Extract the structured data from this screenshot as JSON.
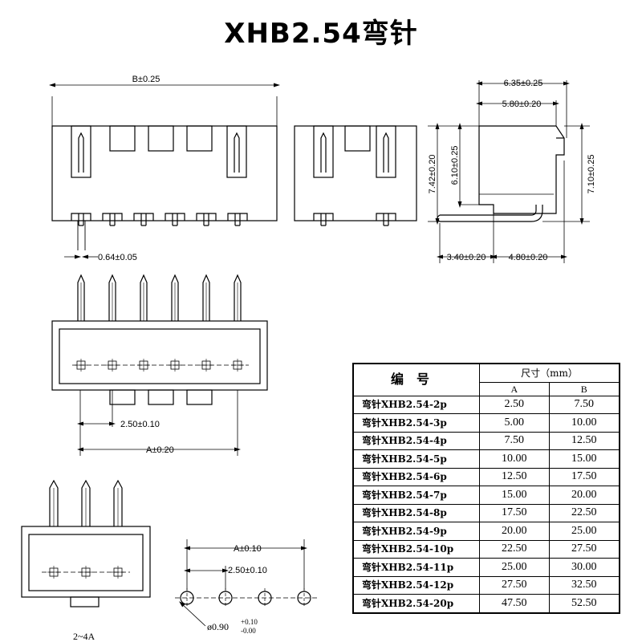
{
  "title": "XHB2.54弯针",
  "dimensions": {
    "front_width": "B±0.25",
    "pin_width": "0.64±0.05",
    "side_overall": "6.35±0.25",
    "side_inner": "5.80±0.20",
    "height_1": "7.42±0.20",
    "height_2": "6.10±0.25",
    "height_3": "7.10±0.25",
    "bottom_left": "3.40±0.20",
    "bottom_right": "4.80±0.20",
    "pitch_top": "2.50±0.10",
    "span_top": "A±0.20",
    "span_pcb": "A±0.10",
    "pitch_pcb": "2.50±0.10",
    "hole_dia": "ø0.90",
    "hole_tol_plus": "+0.10",
    "hole_tol_minus": "-0.00",
    "small_size_note": "2~4A"
  },
  "table": {
    "header_part": "编号",
    "header_size": "尺寸（mm）",
    "col_a": "A",
    "col_b": "B",
    "rows": [
      {
        "part": "弯针XHB2.54-2p",
        "a": "2.50",
        "b": "7.50"
      },
      {
        "part": "弯针XHB2.54-3p",
        "a": "5.00",
        "b": "10.00"
      },
      {
        "part": "弯针XHB2.54-4p",
        "a": "7.50",
        "b": "12.50"
      },
      {
        "part": "弯针XHB2.54-5p",
        "a": "10.00",
        "b": "15.00"
      },
      {
        "part": "弯针XHB2.54-6p",
        "a": "12.50",
        "b": "17.50"
      },
      {
        "part": "弯针XHB2.54-7p",
        "a": "15.00",
        "b": "20.00"
      },
      {
        "part": "弯针XHB2.54-8p",
        "a": "17.50",
        "b": "22.50"
      },
      {
        "part": "弯针XHB2.54-9p",
        "a": "20.00",
        "b": "25.00"
      },
      {
        "part": "弯针XHB2.54-10p",
        "a": "22.50",
        "b": "27.50"
      },
      {
        "part": "弯针XHB2.54-11p",
        "a": "25.00",
        "b": "30.00"
      },
      {
        "part": "弯针XHB2.54-12p",
        "a": "27.50",
        "b": "32.50"
      },
      {
        "part": "弯针XHB2.54-20p",
        "a": "47.50",
        "b": "52.50"
      }
    ]
  }
}
